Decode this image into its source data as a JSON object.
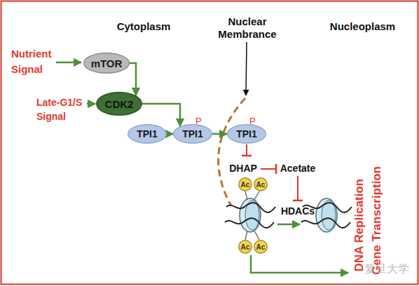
{
  "diagram": {
    "nodes": [
      {
        "text": [
          "mTOR"
        ]
      },
      {
        "text": [
          "CDK2"
        ]
      },
      {
        "text": [
          "TPI1"
        ]
      },
      {
        "text": [
          "TPI1",
          "P"
        ]
      },
      {
        "text": [
          "TPI1",
          "P"
        ]
      },
      {
        "text": [
          "Ac"
        ]
      },
      {
        "text": [
          "Ac"
        ]
      },
      {
        "text": [
          "Ac"
        ]
      },
      {
        "text": [
          "Ac"
        ]
      }
    ],
    "edges": [
      {
        "from": 0,
        "to": 1,
        "arrow": "to"
      },
      {
        "from": 1,
        "to": 3,
        "arrow": "to"
      },
      {
        "from": 2,
        "to": 3,
        "arrow": "to"
      },
      {
        "from": 3,
        "to": 4,
        "arrow": "to"
      }
    ],
    "labels": [
      "Cytoplasm",
      "Nuclear Membrance",
      "Nucleoplasm",
      "Nutrient Signal",
      "Late-G1/S Signal",
      "DHAP",
      "Acetate",
      "HDACs",
      "DNA Replication",
      "Gene Transcription",
      "复旦大学"
    ]
  }
}
